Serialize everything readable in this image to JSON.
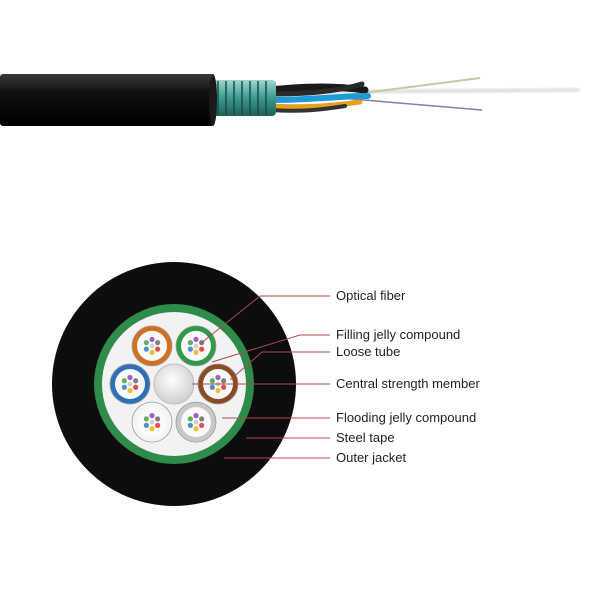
{
  "colors": {
    "jacket": "#0d0d0d",
    "steel_tape": "#2e8b4a",
    "flooding_jelly": "#f2f2f2",
    "leader_line": "#b04a4a",
    "central_member": "#e6e6e6",
    "tubes": [
      "#d07020",
      "#2e9a48",
      "#2f6fb8",
      "#8a4a22",
      "#f4f4f4",
      "#c8c8c8"
    ]
  },
  "labels": [
    {
      "id": "optical-fiber",
      "text": "Optical fiber"
    },
    {
      "id": "filling-jelly-compound",
      "text": "Filling jelly compound"
    },
    {
      "id": "loose-tube",
      "text": "Loose tube"
    },
    {
      "id": "central-strength-member",
      "text": "Central strength member"
    },
    {
      "id": "flooding-jelly-compound",
      "text": "Flooding jelly compound"
    },
    {
      "id": "steel-tape",
      "text": "Steel tape"
    },
    {
      "id": "outer-jacket",
      "text": "Outer jacket"
    }
  ]
}
